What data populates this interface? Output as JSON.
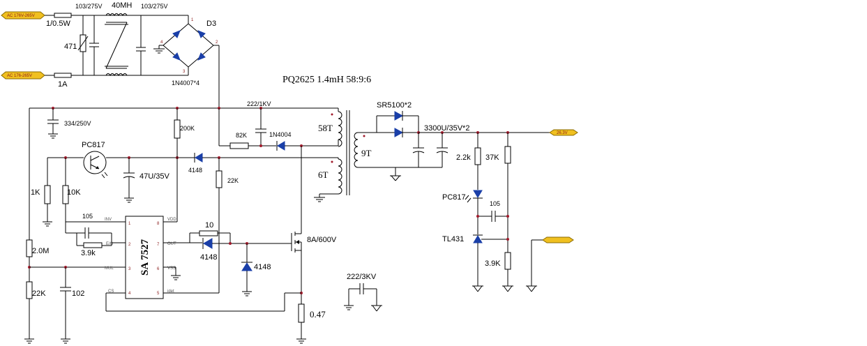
{
  "net_tags": {
    "ac_in_1": "AC 176V-265V",
    "ac_in_2": "AC 176-265V",
    "out_voltage": "26.3V",
    "feedback": ""
  },
  "components": {
    "fuse_top": "1/0.5W",
    "fuse_bottom": "1A",
    "varistor": "471",
    "x_cap_1": "103/275V",
    "choke": "40MH",
    "x_cap_2": "103/275V",
    "bridge_ref": "D3",
    "bridge_type": "1N4007*4",
    "transformer": "PQ2625 1.4mH   58:9:6",
    "winding_primary": "58T",
    "winding_secondary": "9T",
    "winding_aux": "6T",
    "bulk_cap": "334/250V",
    "snubber_cap": "222/1KV",
    "snubber_res": "82K",
    "snubber_diode": "1N4004",
    "start_res": "200K",
    "optocoupler": "PC817",
    "vdd_cap": "47U/35V",
    "aux_diode": "4148",
    "aux_res": "22K",
    "res_1k": "1K",
    "res_10k": "10K",
    "comp_cap": "105",
    "comp_res": "3.9k",
    "ic_name": "SA 7527",
    "gate_res": "10",
    "gate_diode": "4148",
    "clamp_diode": "4148",
    "mosfet": "8A/600V",
    "res_2m": "2.0M",
    "res_22k_low": "22K",
    "cap_102": "102",
    "y_cap": "222/3KV",
    "sense_res": "0.47",
    "out_diodes": "SR5100*2",
    "out_caps": "3300U/35V*2",
    "fb_res_1": "2.2k",
    "fb_res_2": "37K",
    "fb_opto": "PC817",
    "fb_cap": "105",
    "shunt_ref": "TL431",
    "fb_res_3": "3.9K"
  },
  "ic_pins": {
    "p1": "INV",
    "p2": "E/O",
    "p3": "MUL",
    "p4": "CS",
    "p5": "idet",
    "p6": "VSS",
    "p7": "OUT",
    "p8": "VDD",
    "n1": "1",
    "n2": "2",
    "n3": "3",
    "n4": "4",
    "n5": "5",
    "n6": "6",
    "n7": "7",
    "n8": "8"
  },
  "bridge_pins": {
    "p1": "1",
    "p2": "2",
    "p3": "3",
    "p4": "4"
  },
  "colors": {
    "wire": "#000000",
    "diode": "#1a3fa8",
    "junction": "#a0192a",
    "tag_fill": "#f0c020"
  }
}
